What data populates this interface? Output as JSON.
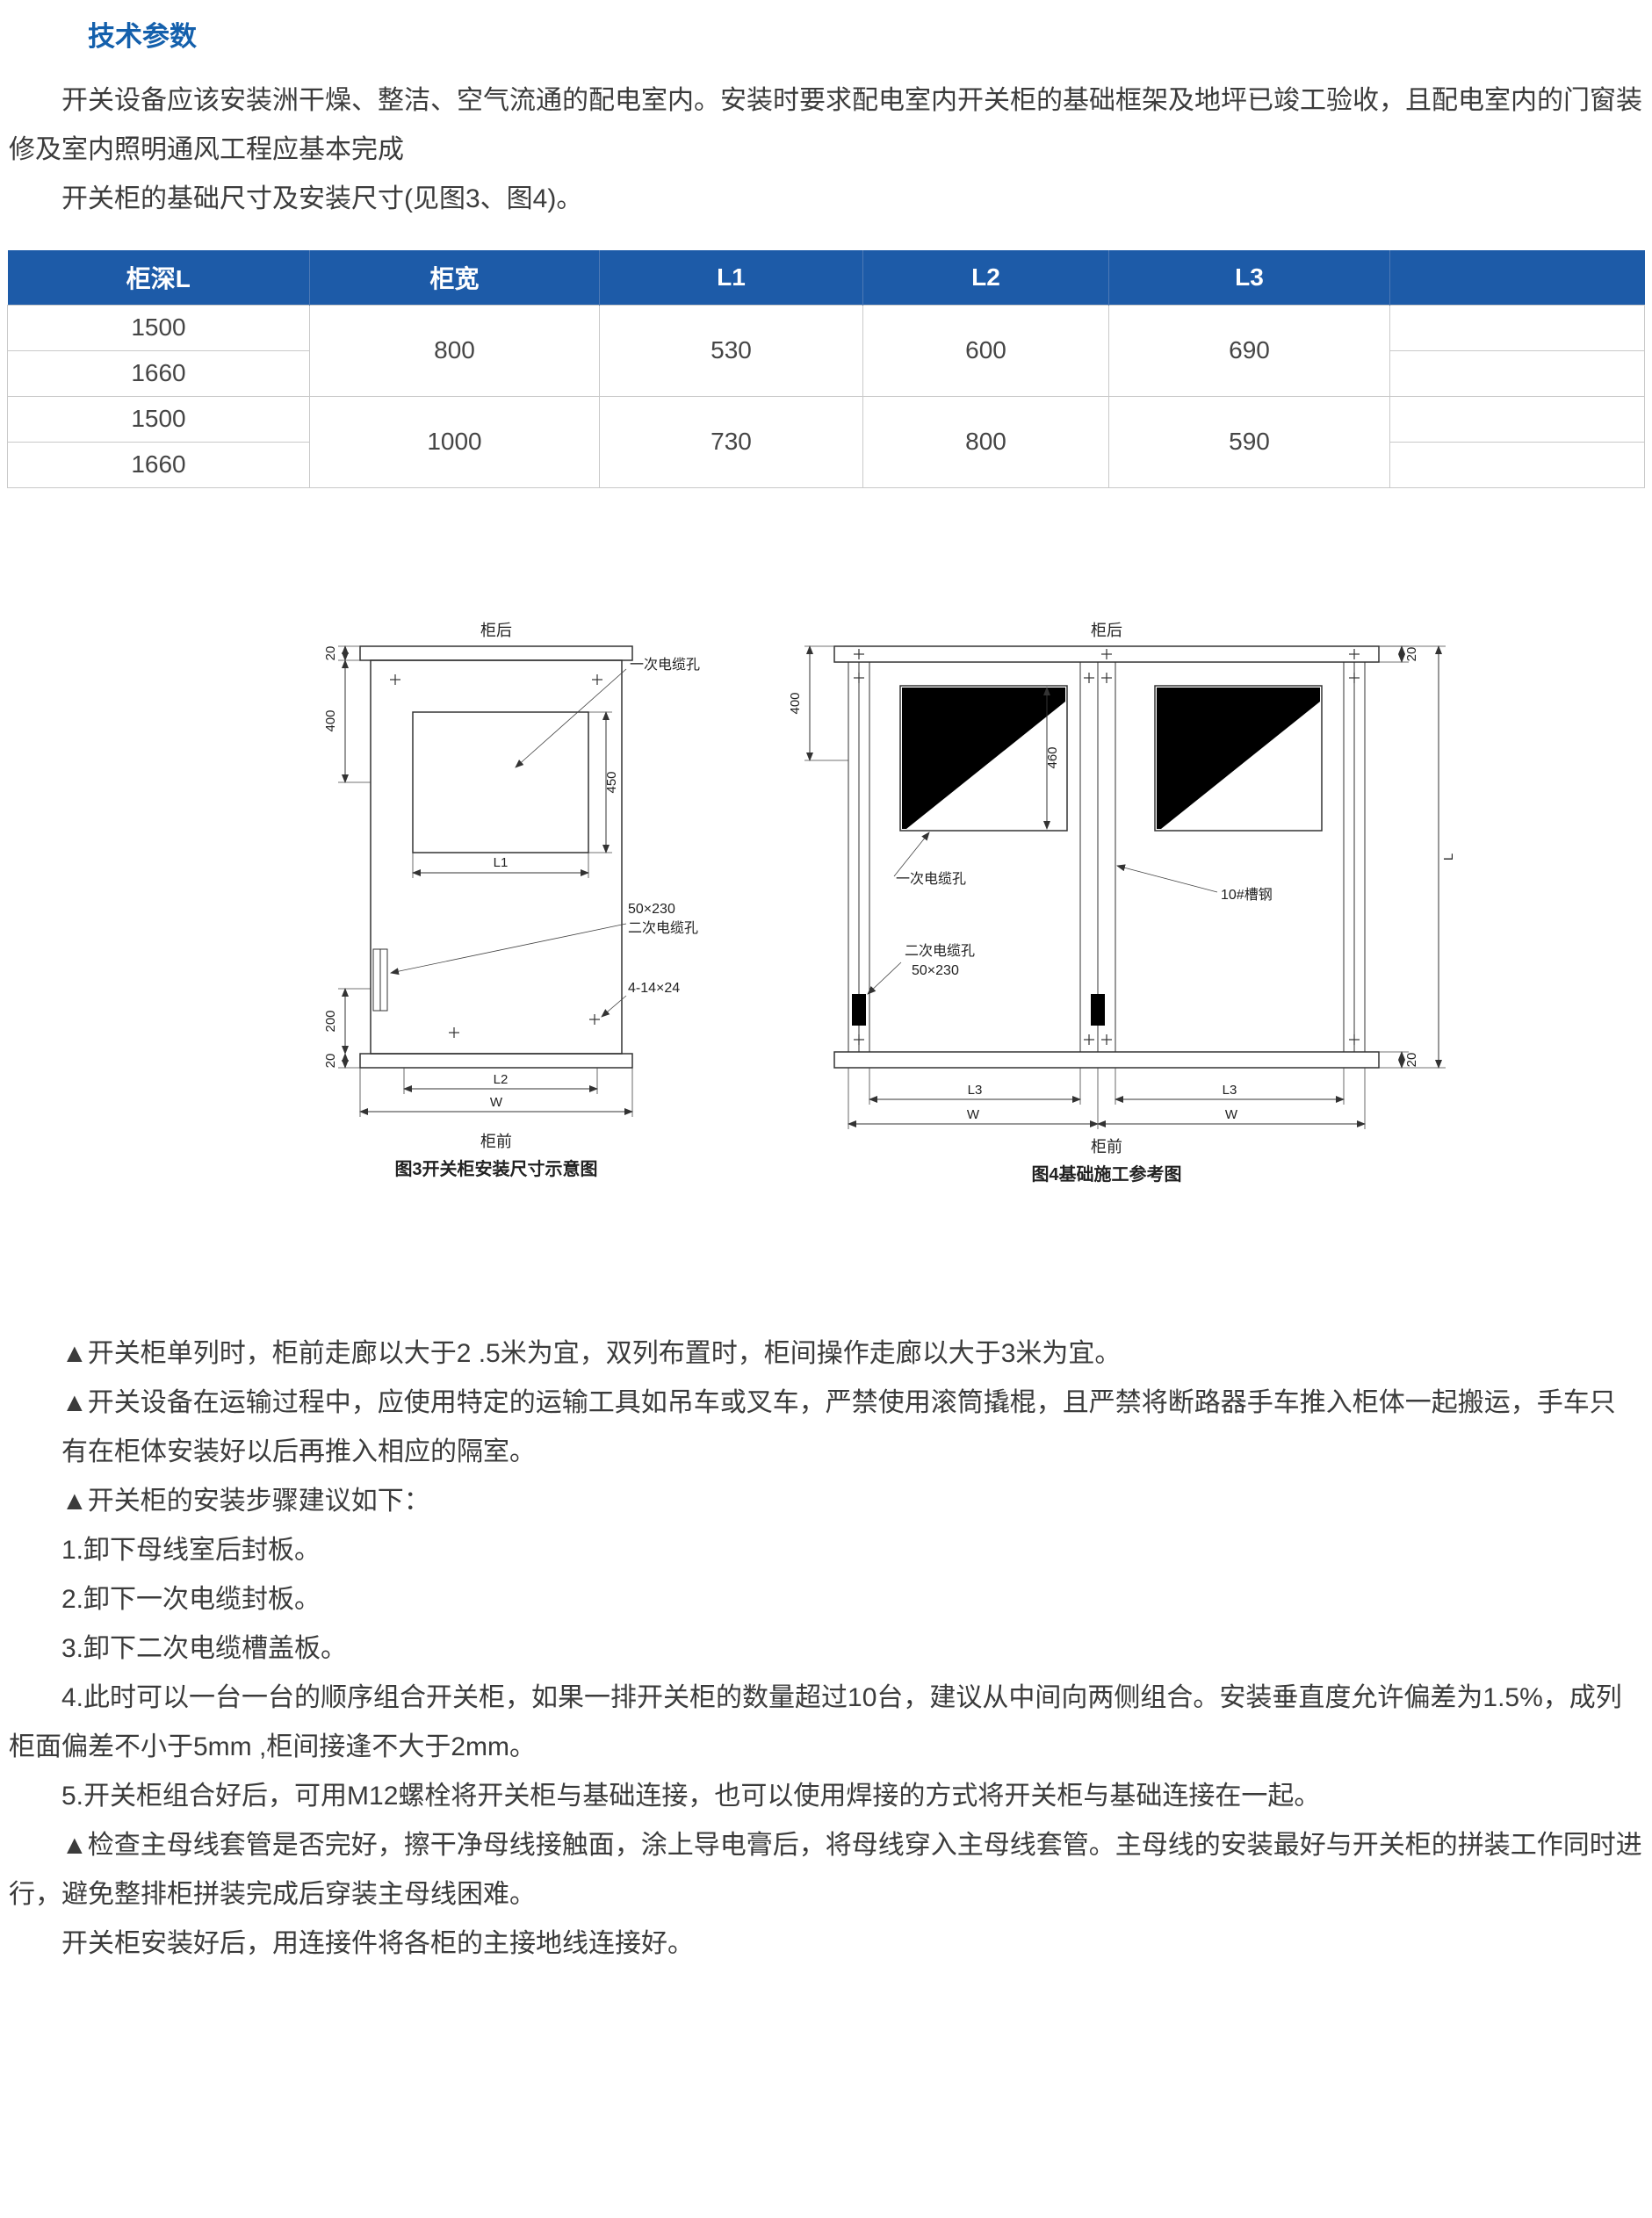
{
  "page": {
    "title": "技术参数",
    "intro": {
      "p1": "开关设备应该安装洲干燥、整洁、空气流通的配电室内。安装时要求配电室内开关柜的基础框架及地坪已竣工验收，且配电室内的门窗装修及室内照明通风工程应基本完成",
      "p2": "开关柜的基础尺寸及安装尺寸(见图3、图4)。"
    }
  },
  "table": {
    "headers": [
      "柜深L",
      "柜宽",
      "L1",
      "L2",
      "L3"
    ],
    "groups": [
      {
        "depths": [
          "1500",
          "1660"
        ],
        "width": "800",
        "l1": "530",
        "l2": "600",
        "l3": "690"
      },
      {
        "depths": [
          "1500",
          "1660"
        ],
        "width": "1000",
        "l1": "730",
        "l2": "800",
        "l3": "590"
      }
    ]
  },
  "figure3": {
    "caption": "图3开关柜安装尺寸示意图",
    "label_back": "柜后",
    "label_front": "柜前",
    "callout_primary_cable": "一次电缆孔",
    "callout_secondary_size": "50×230",
    "callout_secondary_cable": "二次电缆孔",
    "callout_holes": "4-14×24",
    "dims": {
      "d20_top": "20",
      "d400": "400",
      "d450": "450",
      "d200": "200",
      "d20_bottom": "20",
      "l1": "L1",
      "l2": "L2",
      "w": "W"
    }
  },
  "figure4": {
    "caption": "图4基础施工参考图",
    "label_back": "柜后",
    "label_front": "柜前",
    "callout_primary_cable": "一次电缆孔",
    "callout_channel": "10#槽钢",
    "callout_secondary_cable": "二次电缆孔",
    "callout_secondary_size": "50×230",
    "dims": {
      "d20_top": "20",
      "d400": "400",
      "d460": "460",
      "l": "L",
      "d20_bottom": "20",
      "l3_left": "L3",
      "l3_right": "L3",
      "w_left": "W",
      "w_right": "W"
    }
  },
  "notes": [
    "▲开关柜单列时，柜前走廊以大于2 .5米为宜，双列布置时，柜间操作走廊以大于3米为宜。",
    "▲开关设备在运输过程中，应使用特定的运输工具如吊车或叉车，严禁使用滚筒撬棍，且严禁将断路器手车推入柜体一起搬运，手车只",
    "有在柜体安装好以后再推入相应的隔室。",
    "▲开关柜的安装步骤建议如下：",
    "1.卸下母线室后封板。",
    "2.卸下一次电缆封板。",
    "3.卸下二次电缆槽盖板。",
    "4.此时可以一台一台的顺序组合开关柜，如果一排开关柜的数量超过10台，建议从中间向两侧组合。安装垂直度允许偏差为1.5%，成列柜面偏差不小于5mm ,柜间接逢不大于2mm。",
    "5.开关柜组合好后，可用M12螺栓将开关柜与基础连接，也可以使用焊接的方式将开关柜与基础连接在一起。",
    "▲检查主母线套管是否完好，擦干净母线接触面，涂上导电膏后，将母线穿入主母线套管。主母线的安装最好与开关柜的拼装工作同时进行，避免整排柜拼装完成后穿装主母线困难。",
    "开关柜安装好后，用连接件将各柜的主接地线连接好。"
  ]
}
